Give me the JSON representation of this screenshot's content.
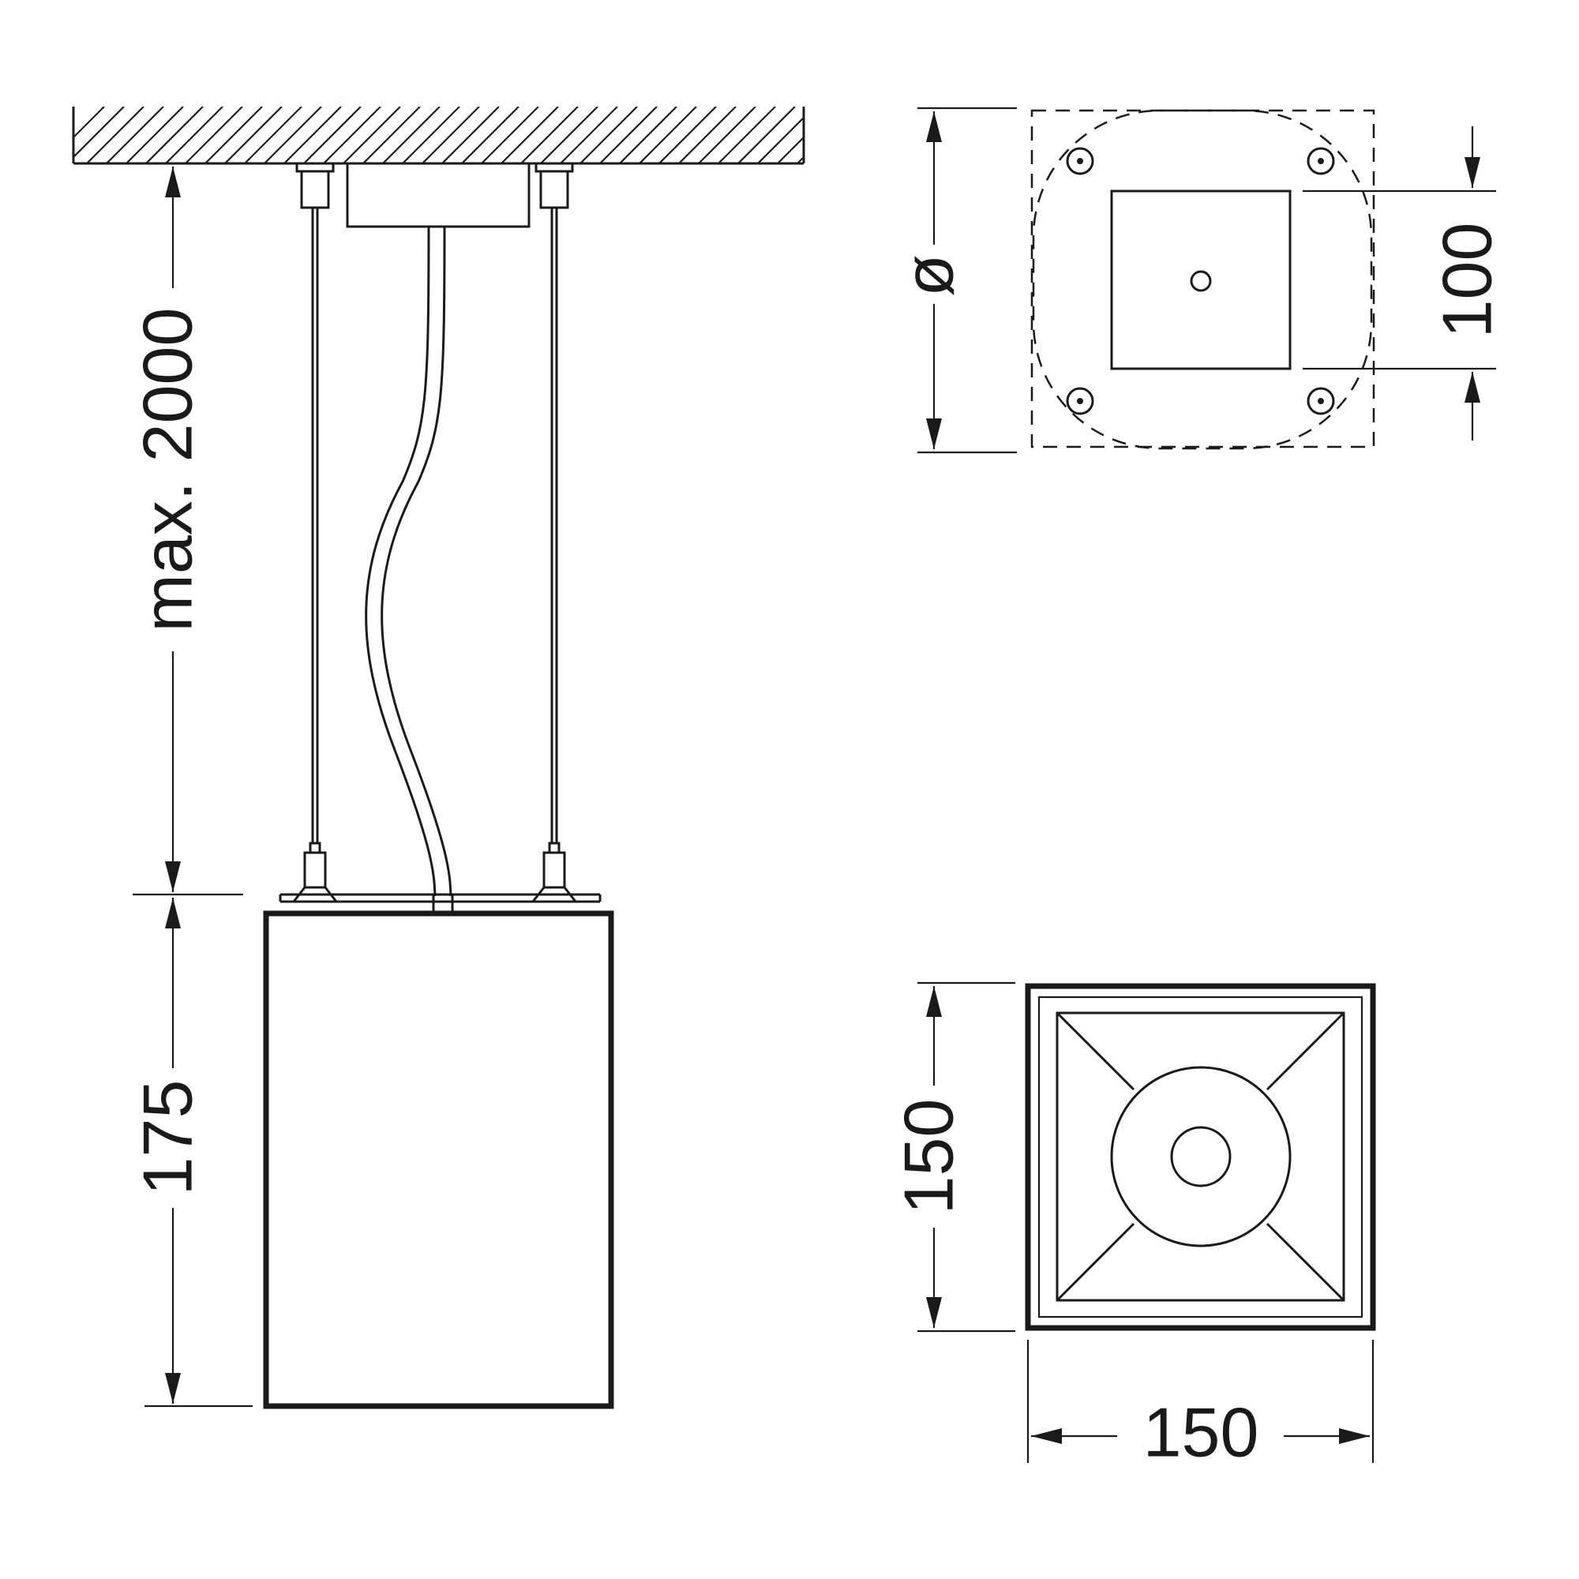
{
  "drawing": {
    "labels": {
      "suspension_length": "max. 2000",
      "body_height": "175",
      "canopy_diameter": "ø",
      "canopy_box": "100",
      "front_height": "150",
      "front_width": "150"
    },
    "colors": {
      "line": "#1a1a1a",
      "background": "#ffffff"
    }
  }
}
